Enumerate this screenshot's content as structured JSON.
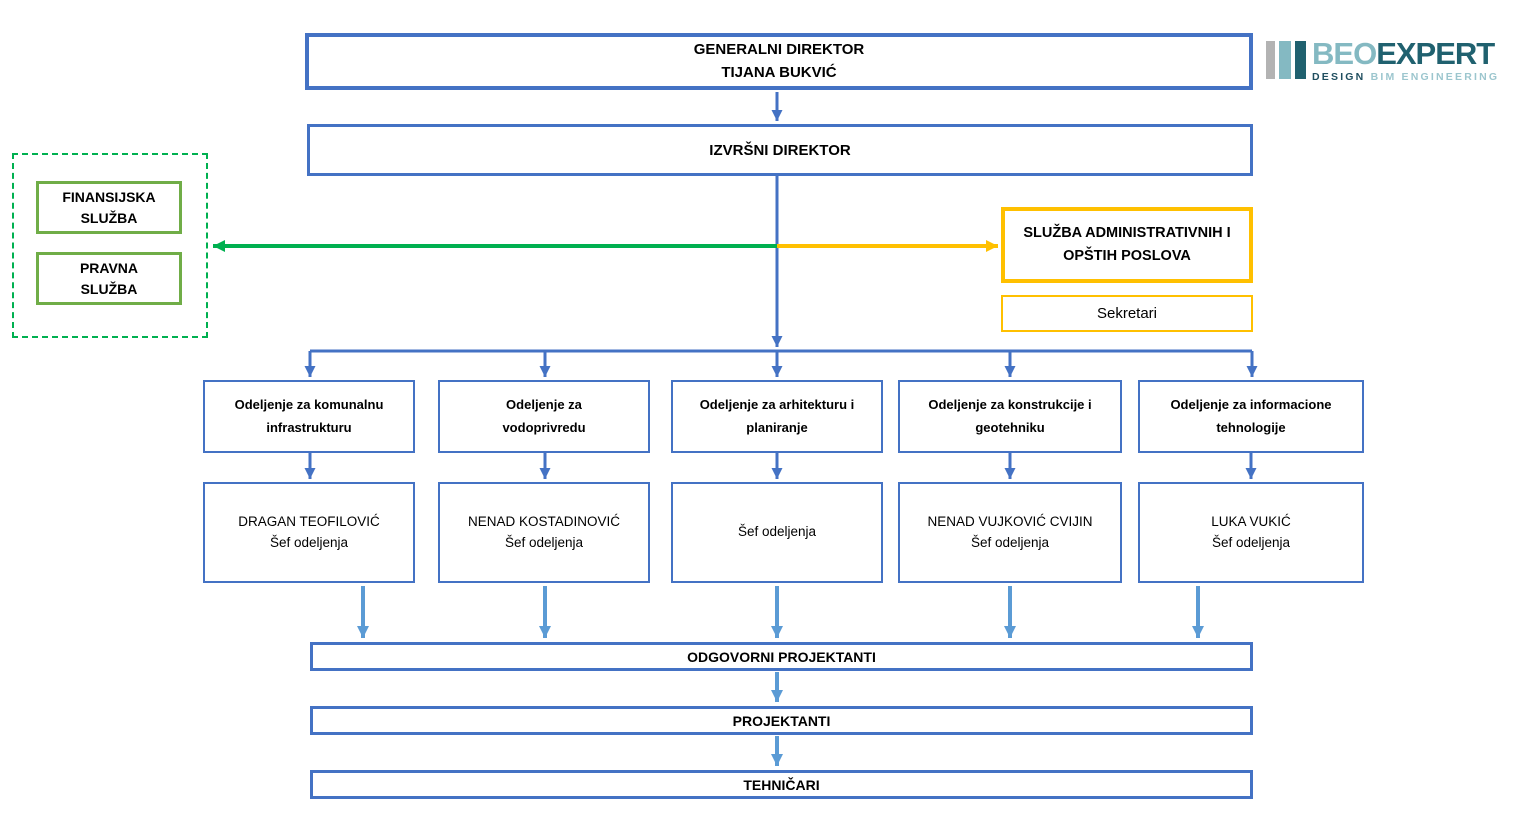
{
  "colors": {
    "box_blue": "#4472C4",
    "light_blue_arrow": "#5B9BD5",
    "green": "#00B050",
    "olive_green": "#70AD47",
    "yellow": "#FFC000",
    "logo_gray": "#B3B3B3",
    "logo_light_teal": "#84B9C2",
    "logo_dark_teal": "#20616F"
  },
  "logo": {
    "beo": "BEO",
    "expert": "EXPERT",
    "design": "DESIGN",
    "bim_engineering": "BIM ENGINEERING"
  },
  "general_director": {
    "title": "GENERALNI DIREKTOR",
    "name": "TIJANA BUKVIĆ"
  },
  "executive_director": {
    "title": "IZVRŠNI DIREKTOR"
  },
  "finance_service": {
    "label": "FINANSIJSKA\nSLUŽBA"
  },
  "legal_service": {
    "label": "PRAVNA\nSLUŽBA"
  },
  "admin_service": {
    "label": "SLUŽBA ADMINISTRATIVNIH I\nOPŠTIH POSLOVA"
  },
  "secretaries": {
    "label": "Sekretari"
  },
  "departments": [
    {
      "label": "Odeljenje za komunalnu\ninfrastrukturu",
      "head_name": "DRAGAN TEOFILOVIĆ",
      "head_role": "Šef odeljenja"
    },
    {
      "label": "Odeljenje za\nvodoprivredu",
      "head_name": "NENAD KOSTADINOVIĆ",
      "head_role": "Šef odeljenja"
    },
    {
      "label": "Odeljenje za arhitekturu i\nplaniranje",
      "head_name": "",
      "head_role": "Šef odeljenja"
    },
    {
      "label": "Odeljenje za konstrukcije i\ngeotehniku",
      "head_name": "NENAD VUJKOVIĆ CVIJIN",
      "head_role": "Šef odeljenja"
    },
    {
      "label": "Odeljenje za informacione\ntehnologije",
      "head_name": "LUKA VUKIĆ",
      "head_role": "Šef odeljenja"
    }
  ],
  "levels": {
    "responsible_designers": "ODGOVORNI PROJEKTANTI",
    "designers": "PROJEKTANTI",
    "technicians": "TEHNIČARI"
  }
}
